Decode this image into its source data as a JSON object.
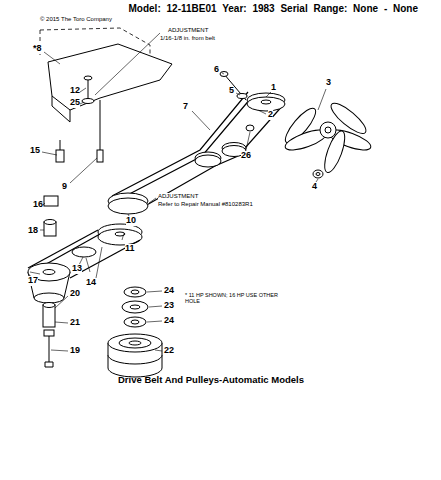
{
  "diagram": {
    "title": "Model:  12-11BE01  Year:  1983  Serial Range:  None - None",
    "caption": "Drive Belt And Pulleys-Automatic Models",
    "labels": [
      "© 2015 The Toro Company",
      "ADJUSTMENT",
      "1/16-1/8 in. from belt",
      "*8",
      "12",
      "25",
      "6",
      "5",
      "1",
      "2",
      "3",
      "7",
      "26",
      "4",
      "15",
      "9",
      "ADJUSTMENT",
      "Refer to Repair Manual #810283R1",
      "10",
      "16",
      "18",
      "11",
      "17",
      "13",
      "14",
      "20",
      "24",
      "23",
      "24",
      "* 11 HP SHOWN; 16 HP USE OTHER HOLE",
      "21",
      "19",
      "22"
    ]
  }
}
